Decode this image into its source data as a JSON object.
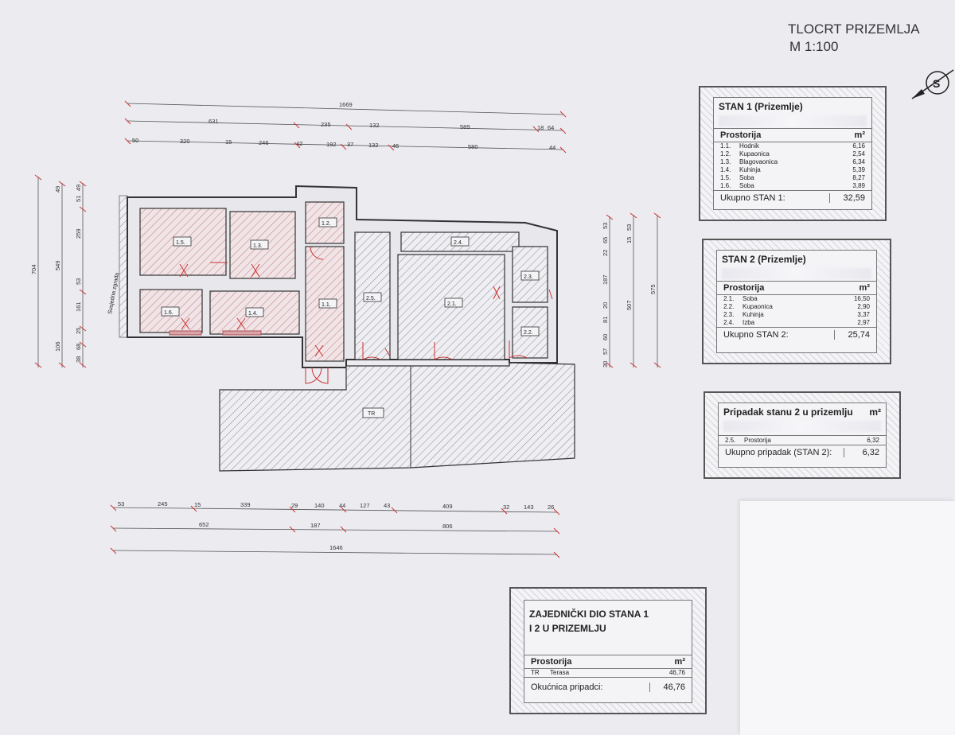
{
  "header": {
    "title": "TLOCRT PRIZEMLJA",
    "scale": "M 1:100"
  },
  "plan": {
    "rooms": [
      "1.5.",
      "1.3.",
      "1.2.",
      "1.6.",
      "1.4.",
      "1.1.",
      "2.5.",
      "2.4.",
      "2.3.",
      "2.1.",
      "2.2.",
      "TR"
    ],
    "side_label": "Susjedna zgrada"
  },
  "dimensions": {
    "top_total": "1669",
    "top_mid": [
      "631",
      "235",
      "132",
      "589",
      "18",
      "64"
    ],
    "top_detail": [
      "50",
      "320",
      "15",
      "246",
      "42",
      "192",
      "37",
      "132",
      "46",
      "580",
      "44"
    ],
    "bottom_detail": [
      "53",
      "245",
      "15",
      "339",
      "29",
      "140",
      "44",
      "127",
      "43",
      "409",
      "32",
      "143",
      "26"
    ],
    "bottom_mid": [
      "652",
      "187",
      "806"
    ],
    "bottom_total": "1646",
    "left_outer": "704",
    "left_mid": [
      "549",
      "49",
      "106"
    ],
    "left_inner": [
      "259",
      "53",
      "161",
      "25",
      "68",
      "38",
      "51",
      "49"
    ],
    "right_inner": [
      "22",
      "65",
      "53",
      "187",
      "20",
      "81",
      "60",
      "57",
      "30"
    ],
    "right_mid": [
      "15",
      "53",
      "507"
    ],
    "right_outer": "575"
  },
  "stan1": {
    "title": "STAN 1 (Prizemlje)",
    "col_room": "Prostorija",
    "col_area": "m²",
    "rows": [
      {
        "no": "1.1.",
        "name": "Hodnik",
        "area": "6,16"
      },
      {
        "no": "1.2.",
        "name": "Kupaonica",
        "area": "2,54"
      },
      {
        "no": "1.3.",
        "name": "Blagovaonica",
        "area": "6,34"
      },
      {
        "no": "1.4.",
        "name": "Kuhinja",
        "area": "5,39"
      },
      {
        "no": "1.5.",
        "name": "Soba",
        "area": "8,27"
      },
      {
        "no": "1.6.",
        "name": "Soba",
        "area": "3,89"
      }
    ],
    "total_label": "Ukupno STAN 1:",
    "total": "32,59"
  },
  "stan2": {
    "title": "STAN 2 (Prizemlje)",
    "col_room": "Prostorija",
    "col_area": "m²",
    "rows": [
      {
        "no": "2.1.",
        "name": "Soba",
        "area": "16,50"
      },
      {
        "no": "2.2.",
        "name": "Kupaonica",
        "area": "2,90"
      },
      {
        "no": "2.3.",
        "name": "Kuhinja",
        "area": "3,37"
      },
      {
        "no": "2.4.",
        "name": "Izba",
        "area": "2,97"
      }
    ],
    "total_label": "Ukupno STAN 2:",
    "total": "25,74"
  },
  "pripadak": {
    "title": "Pripadak stanu 2 u prizemlju",
    "col_area": "m²",
    "rows": [
      {
        "no": "2.5.",
        "name": "Prostorija",
        "area": "6,32"
      }
    ],
    "total_label": "Ukupno pripadak (STAN 2):",
    "total": "6,32"
  },
  "zajednicki": {
    "title_line1": "ZAJEDNIČKI DIO STANA 1",
    "title_line2": "I 2 U PRIZEMLJU",
    "col_room": "Prostorija",
    "col_area": "m²",
    "rows": [
      {
        "no": "TR",
        "name": "Terasa",
        "area": "46,76"
      }
    ],
    "total_label": "Okućnica pripadci:",
    "total": "46,76"
  }
}
